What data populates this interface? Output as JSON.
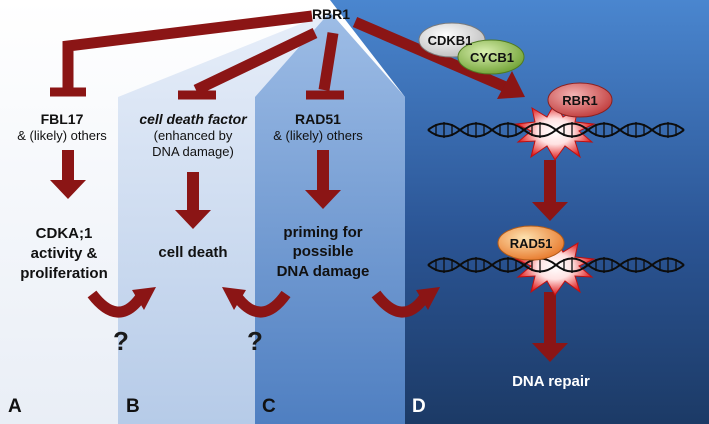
{
  "top_regulator": "RBR1",
  "panels": {
    "a": {
      "letter": "A",
      "target_name": "FBL17",
      "target_sub": "& (likely) others",
      "outcome": [
        "CDKA;1",
        "activity &",
        "proliferation"
      ]
    },
    "b": {
      "letter": "B",
      "target_name": "cell death factor",
      "target_sub": [
        "(enhanced by",
        "DNA damage)"
      ],
      "outcome": "cell death"
    },
    "c": {
      "letter": "C",
      "target_name": "RAD51",
      "target_sub": "& (likely) others",
      "outcome": [
        "priming for",
        "possible",
        "DNA damage"
      ]
    },
    "d": {
      "letter": "D",
      "complex": [
        "CDKB1",
        "CYCB1"
      ],
      "dna_protein_1": "RBR1",
      "dna_protein_2": "RAD51",
      "outcome": "DNA repair"
    }
  },
  "uncertain_links": [
    "?",
    "?"
  ],
  "colors": {
    "arrow": "#8b1515",
    "panel_d_top": "#4a86cf",
    "panel_d_bottom": "#1c3a66",
    "cdkb1_oval": "#dedede",
    "cycb1_oval": "#8fbf4a",
    "rbr1_oval": "#d05050",
    "rad51_oval": "#f08c30",
    "damage_burst": "#e01818"
  }
}
